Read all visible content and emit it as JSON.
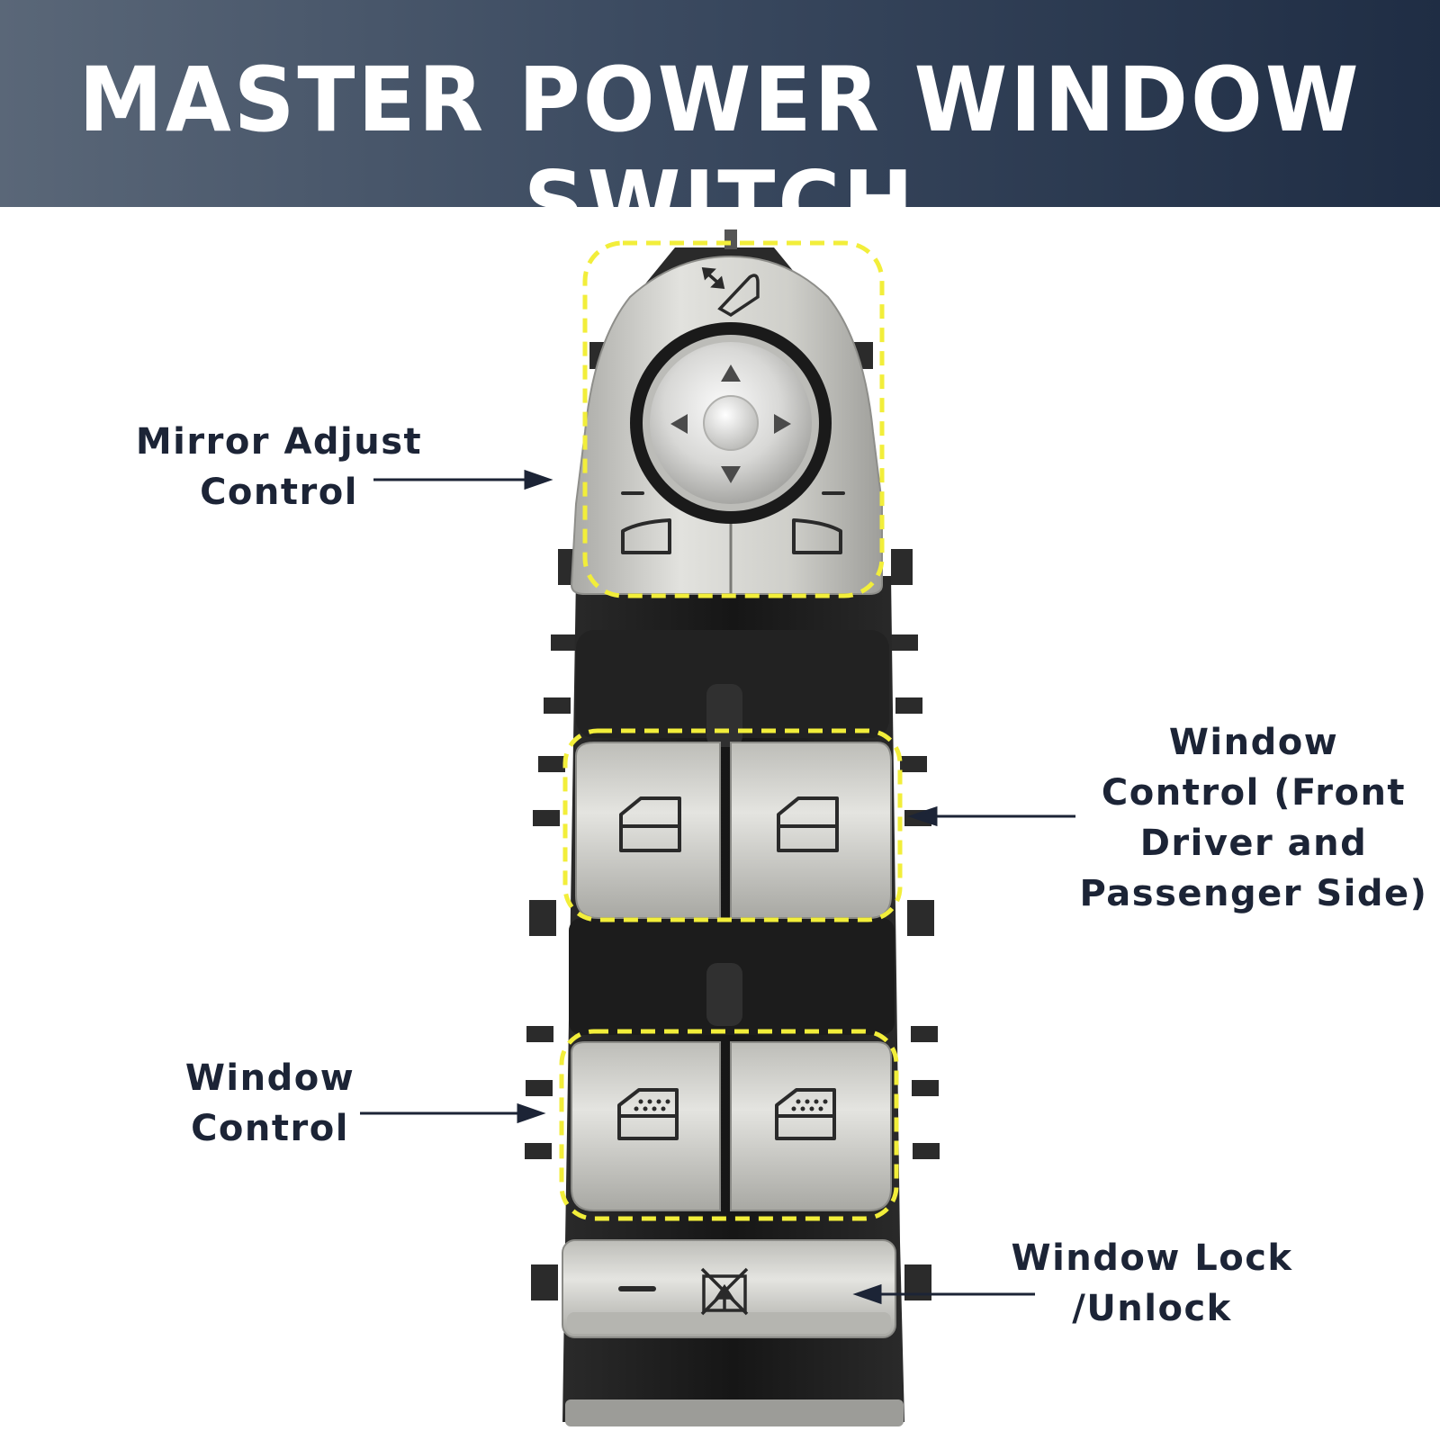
{
  "header": {
    "title": "MASTER POWER WINDOW SWITCH"
  },
  "colors": {
    "header_dark": "#1f2d44",
    "header_light": "#5a6778",
    "label_text": "#1c2436",
    "highlight": "#f2ee3a",
    "switch_body": "#1e1e1e",
    "button_silver": "#c9c9c4"
  },
  "icons": [
    "mirror-select-icon",
    "mirror-left-icon",
    "mirror-right-icon",
    "window-icon",
    "rear-window-icon",
    "window-lock-icon",
    "direction-arrow-icon"
  ],
  "callouts": {
    "mirror": {
      "line1": "Mirror Adjust",
      "line2": "Control"
    },
    "front_window": {
      "line1": "Window",
      "line2": "Control (Front",
      "line3": "Driver and",
      "line4": "Passenger Side)"
    },
    "rear_window": {
      "line1": "Window",
      "line2": "Control"
    },
    "lock": {
      "line1": "Window Lock",
      "line2": "/Unlock"
    }
  }
}
